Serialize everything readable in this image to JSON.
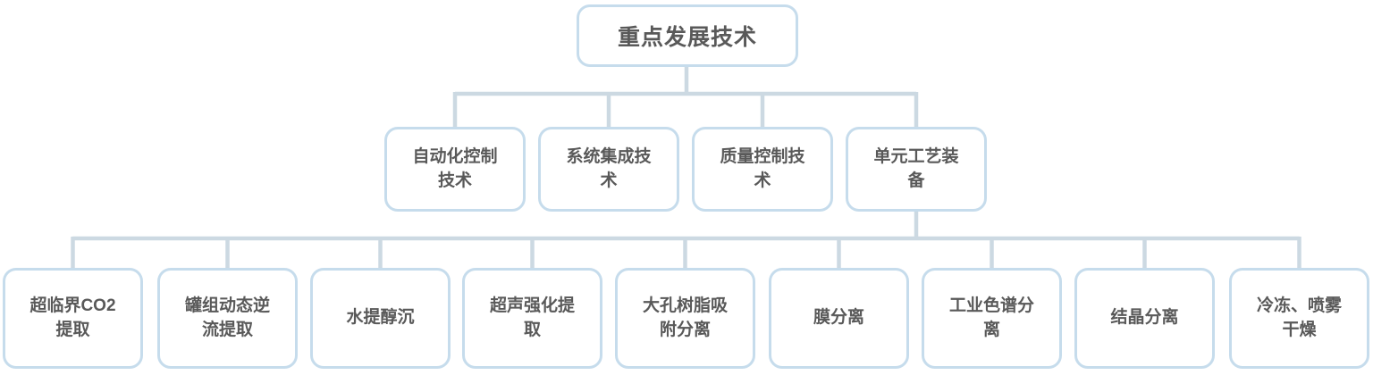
{
  "diagram": {
    "root": {
      "label": "重点发展技术"
    },
    "level2": [
      {
        "label": "自动化控制技术"
      },
      {
        "label": "系统集成技术"
      },
      {
        "label": "质量控制技术"
      },
      {
        "label": "单元工艺装备"
      }
    ],
    "level3": [
      {
        "label": "超临界CO2提取"
      },
      {
        "label": "罐组动态逆流提取"
      },
      {
        "label": "水提醇沉"
      },
      {
        "label": "超声强化提取"
      },
      {
        "label": "大孔树脂吸附分离"
      },
      {
        "label": "膜分离"
      },
      {
        "label": "工业色谱分离"
      },
      {
        "label": "结晶分离"
      },
      {
        "label": "冷冻、喷雾干燥"
      }
    ]
  },
  "colors": {
    "node-border": "#c6dcec",
    "connector": "#ccd9e2",
    "text": "#595959",
    "background": "#ffffff"
  }
}
